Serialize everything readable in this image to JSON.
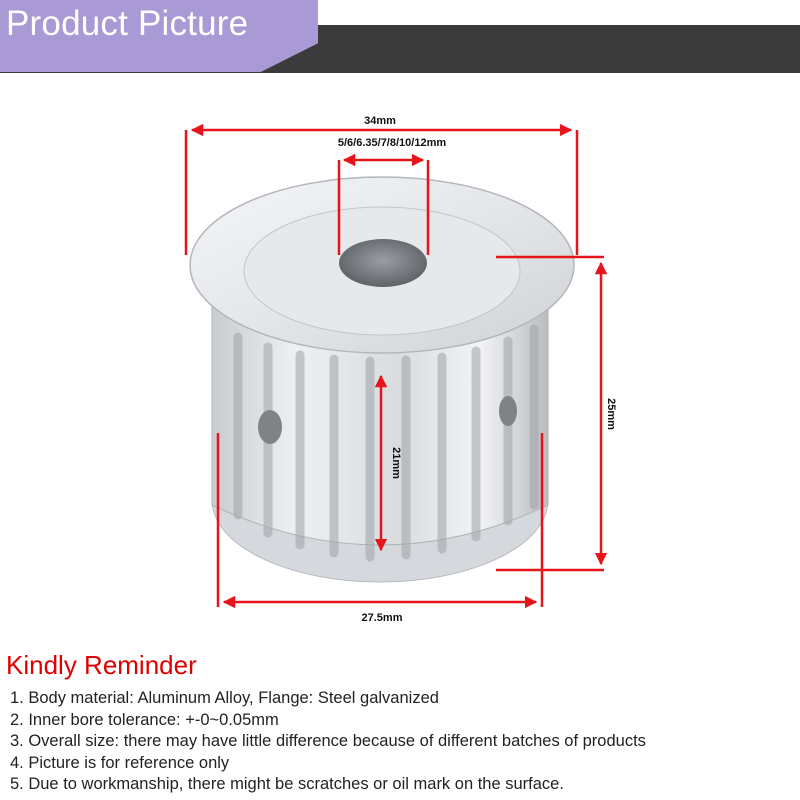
{
  "header": {
    "title": "Product Picture",
    "accent_color": "#a99ad6",
    "band_color": "#3b3b3b"
  },
  "figure": {
    "subject": "timing-pulley-image",
    "dimension_color": "#e8141b",
    "dimensions": {
      "flange_diameter": "34mm",
      "bore_options": "5/6/6.35/7/8/10/12mm",
      "overall_length": "25mm",
      "tooth_width": "21mm",
      "body_diameter": "27.5mm"
    }
  },
  "reminder": {
    "title": "Kindly Reminder",
    "title_color": "#e00000",
    "items": [
      "1. Body material: Aluminum Alloy, Flange: Steel galvanized",
      "2. Inner bore tolerance: +-0~0.05mm",
      "3. Overall size: there may have little difference because of different batches of products",
      "4. Picture is for reference only",
      "5. Due to workmanship, there might be scratches or oil mark on the surface."
    ]
  }
}
